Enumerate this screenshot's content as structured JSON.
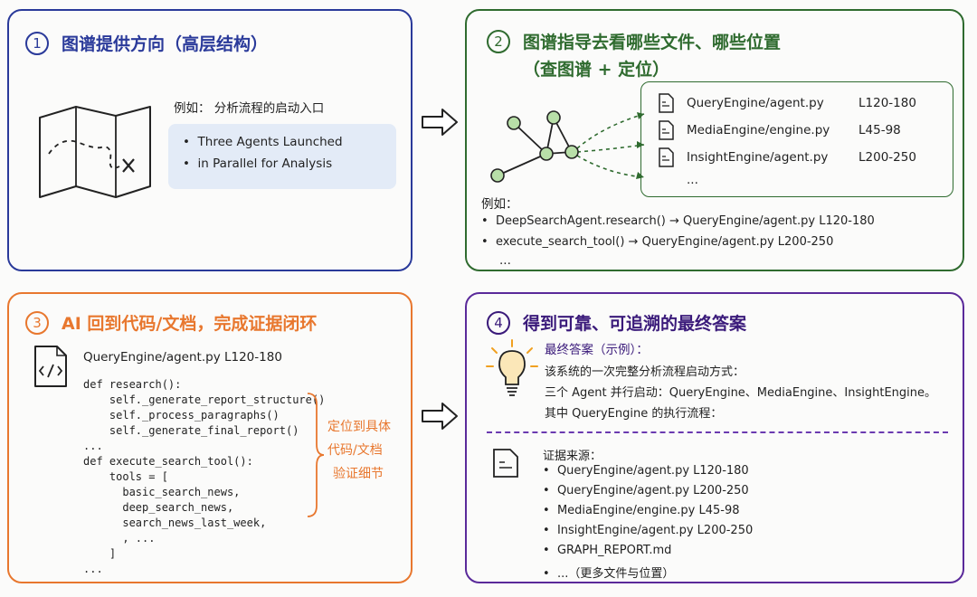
{
  "panel1": {
    "number": "1",
    "title": "图谱提供方向（高层结构）",
    "example_label": "例如：  分析流程的启动入口",
    "items": [
      "Three Agents Launched",
      "in Parallel for Analysis"
    ],
    "icon": "map-icon"
  },
  "panel2": {
    "number": "2",
    "title": "图谱指导去看哪些文件、哪些位置",
    "subtitle": "（查图谱 + 定位）",
    "files": [
      {
        "name": "QueryEngine/agent.py",
        "lines": "L120-180"
      },
      {
        "name": "MediaEngine/engine.py",
        "lines": "L45-98"
      },
      {
        "name": "InsightEngine/agent.py",
        "lines": "L200-250"
      }
    ],
    "files_more": "...",
    "example_label": "例如：",
    "examples": [
      "DeepSearchAgent.research()  →  QueryEngine/agent.py   L120-180",
      "execute_search_tool()  →  QueryEngine/agent.py       L200-250"
    ],
    "examples_more": "...",
    "icon": "graph-network-icon"
  },
  "panel3": {
    "number": "3",
    "title": "AI 回到代码/文档，完成证据闭环",
    "file_header": "QueryEngine/agent.py   L120-180",
    "code_lines": [
      "def research():",
      "    self._generate_report_structure()",
      "    self._process_paragraphs()",
      "    self._generate_final_report()",
      "...",
      "def execute_search_tool():",
      "    tools = [",
      "      basic_search_news,",
      "      deep_search_news,",
      "      search_news_last_week,",
      "      , ...",
      "    ]",
      "..."
    ],
    "annotation": [
      "定位到具体",
      "代码/文档",
      "验证细节"
    ],
    "icon": "code-file-icon"
  },
  "panel4": {
    "number": "4",
    "title": "得到可靠、可追溯的最终答案",
    "answer_label": "最终答案（示例）：",
    "answer_lines": [
      "该系统的一次完整分析流程启动方式：",
      "三个 Agent 并行启动：QueryEngine、MediaEngine、InsightEngine。",
      "其中 QueryEngine 的执行流程："
    ],
    "evidence_label": "证据来源：",
    "evidence": [
      "QueryEngine/agent.py  L120-180",
      "QueryEngine/agent.py  L200-250",
      "MediaEngine/engine.py  L45-98",
      "InsightEngine/agent.py  L200-250",
      "GRAPH_REPORT.md",
      "...（更多文件与位置）"
    ],
    "icons": [
      "lightbulb-icon",
      "document-icon"
    ]
  },
  "colors": {
    "panel1": "#2a3a9a",
    "panel2": "#2f6b2f",
    "panel3": "#e8772e",
    "panel4": "#5a2a9a",
    "highlight_box": "#e3ebf7",
    "graph_node": "#b8dfa8"
  }
}
